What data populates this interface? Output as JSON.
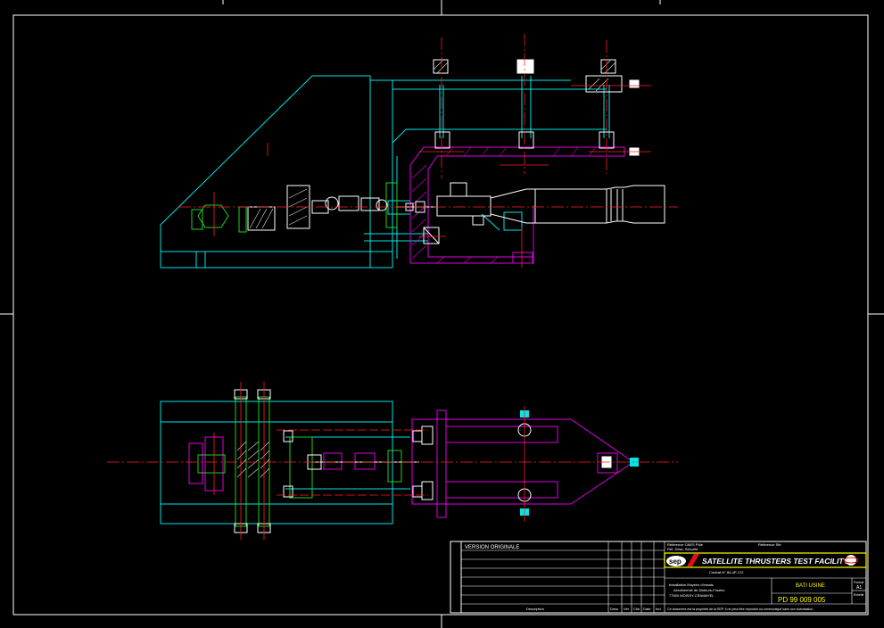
{
  "colors": {
    "background": "#000000",
    "frame": "#ffffff",
    "structure": "#00e5e5",
    "frame_weldment": "#e000e0",
    "centerline": "#ff2020",
    "hardware": "#ffffff",
    "green_parts": "#20d020",
    "title_accent": "#ffff00",
    "brand_red": "#e01010"
  },
  "title_block": {
    "revision_label": "VERSION ORIGINALE",
    "revision_col_label": "Description",
    "revision_cols": [
      "Dess",
      "Vér",
      "Chk",
      "Date",
      "Ind"
    ],
    "ref_line_1": "Référence CNES Pôle",
    "ref_line_2": "Réf. Dess. Sécurité",
    "ref_line_3": "Référence Sté",
    "logo_text": "sep",
    "project_title": "SATELLITE THRUSTERS TEST FACILITY",
    "contract_line": "Contrat N° 84-4P-172",
    "facility_line": "Installation Moyens d'essais",
    "location_line_1": "Aérothermie de Moteurs-Fusées",
    "location_line_2": "77500  MOISSY-CRAMAYEL",
    "drawing_title": "BATI USINE",
    "drawing_number": "PD 99 009 005",
    "sheet_label": "Format",
    "format_value": "A1",
    "scale_label": "Echelle",
    "footer_note": "Ce document est la propriété de la SEP. Il ne peut être reproduit ou communiqué sans son autorisation."
  }
}
